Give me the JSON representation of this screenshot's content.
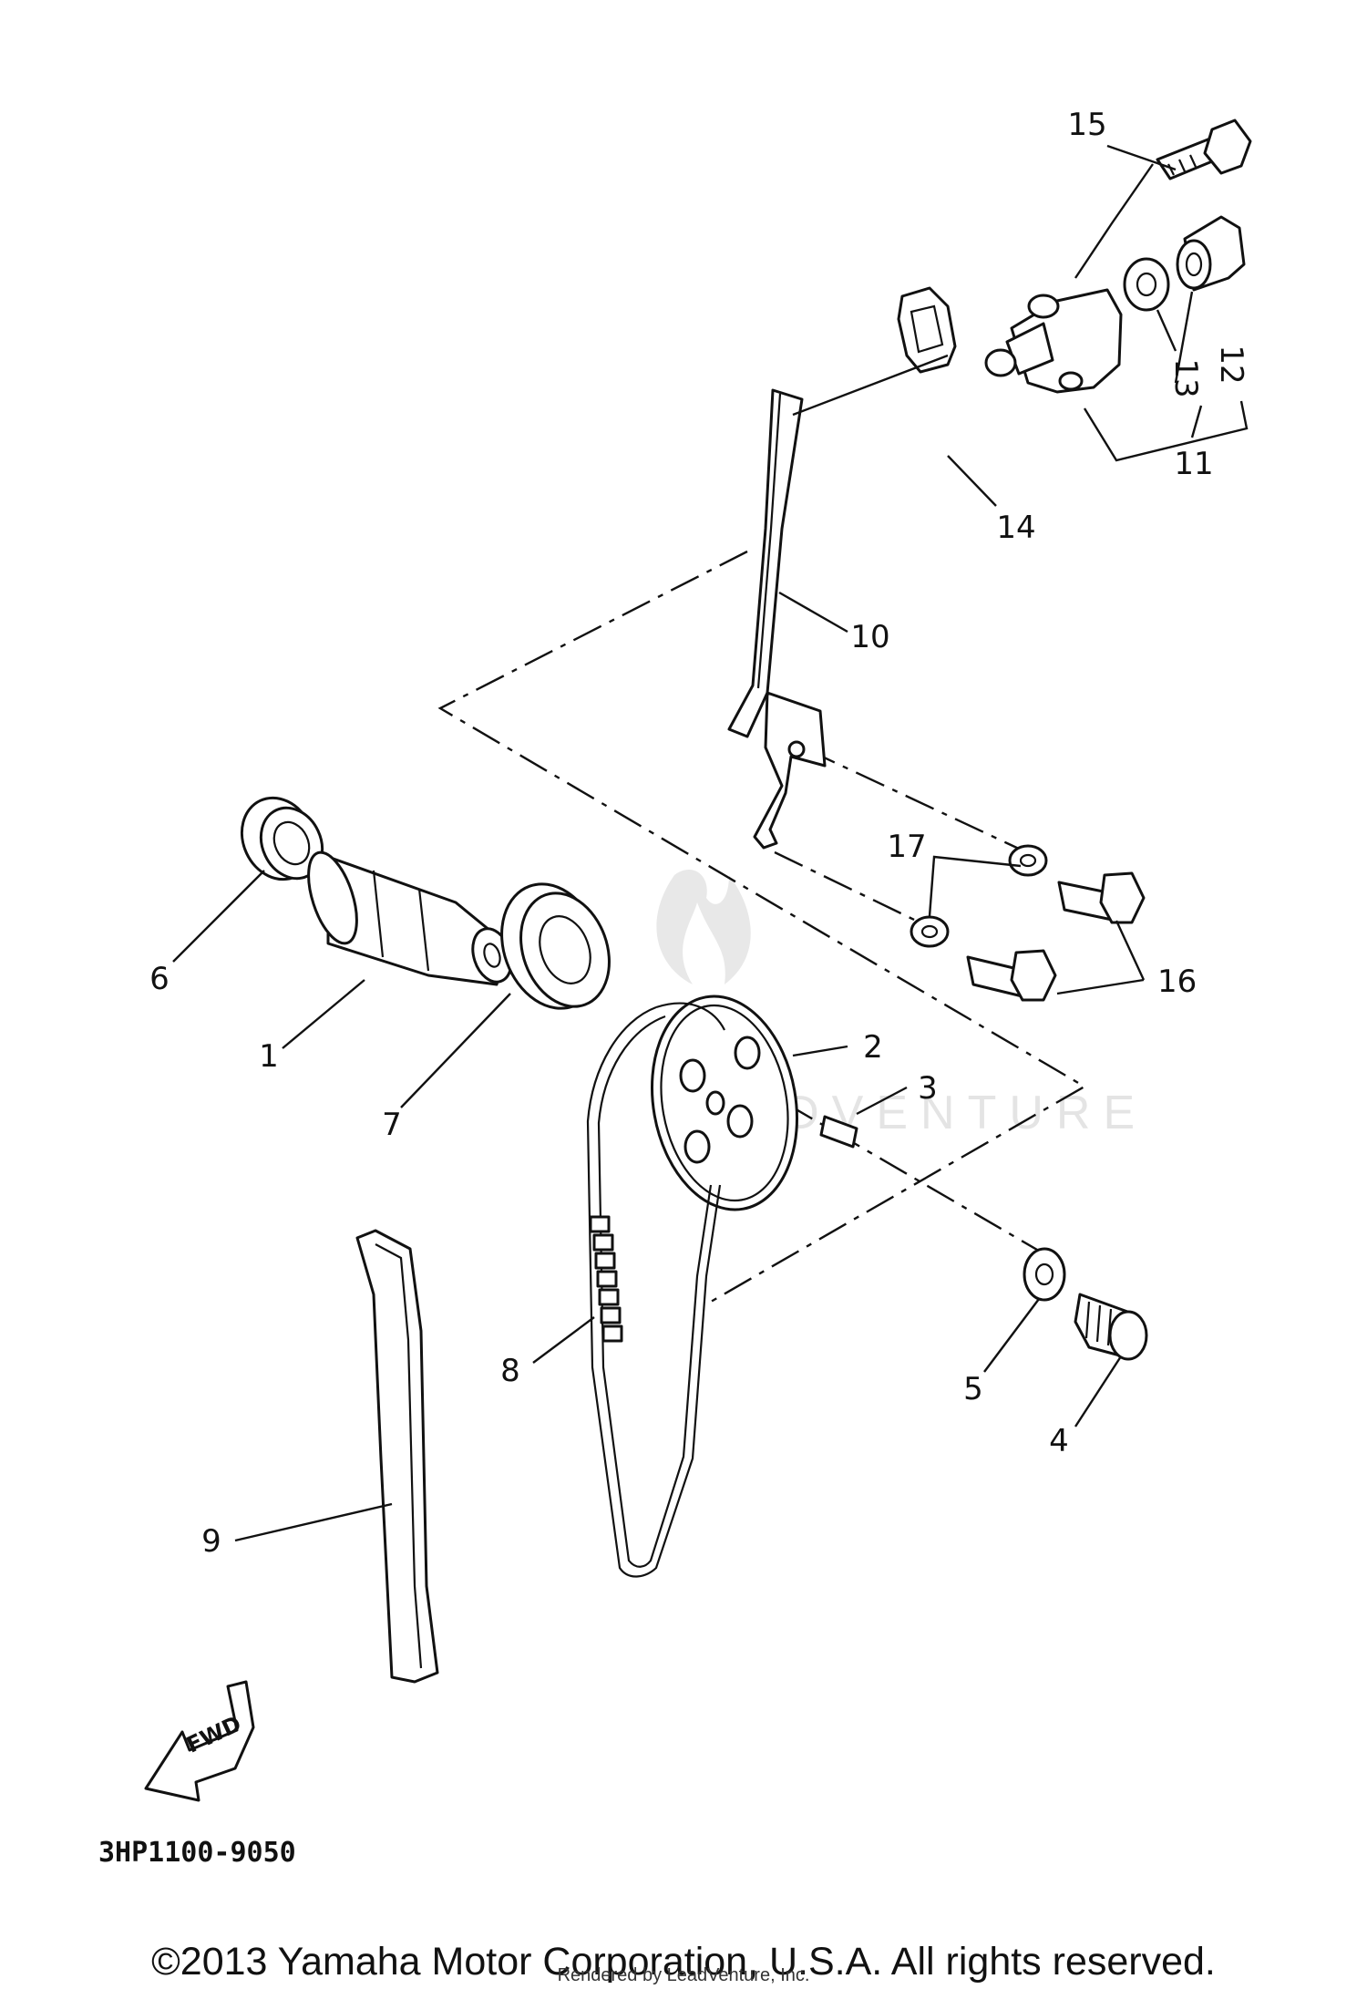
{
  "watermark": "LEADVENTURE",
  "fwd_label": "FWD",
  "diagram_code": "3HP1100-9050",
  "copyright": "©2013 Yamaha Motor Corporation, U.S.A. All rights reserved.",
  "render_note": "Rendered by LeadVenture, Inc.",
  "callouts": [
    "1",
    "2",
    "3",
    "4",
    "5",
    "6",
    "7",
    "8",
    "9",
    "10",
    "11",
    "12",
    "13",
    "14",
    "15",
    "16",
    "17"
  ]
}
